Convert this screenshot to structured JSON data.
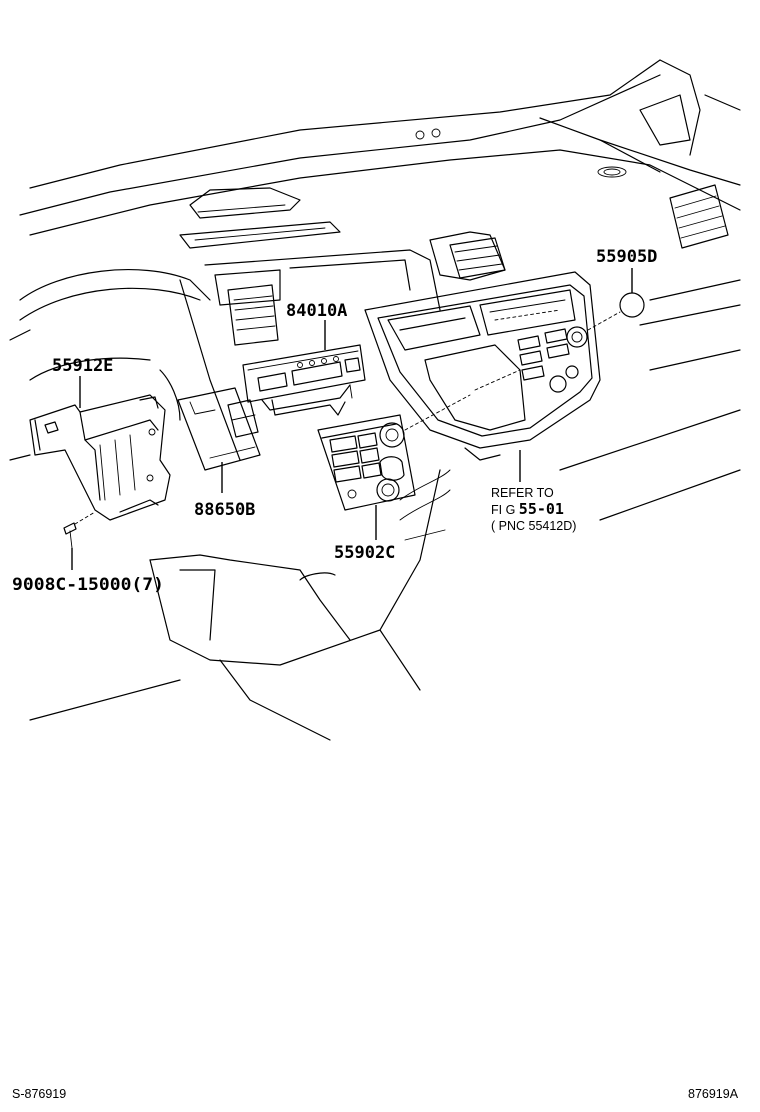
{
  "parts": [
    {
      "id": "p1",
      "label": "55905D"
    },
    {
      "id": "p2",
      "label": "84010A"
    },
    {
      "id": "p3",
      "label": "55912E"
    },
    {
      "id": "p4",
      "label": "88650B"
    },
    {
      "id": "p5",
      "label": "55902C"
    },
    {
      "id": "p6",
      "label": "9008C-15000(7)"
    }
  ],
  "refer": {
    "line1": "REFER TO",
    "line2_prefix": "FI G",
    "line2_code": "55-01",
    "line3": "( PNC 55412D)"
  },
  "footer": {
    "left": "S-876919",
    "right": "876919A"
  }
}
